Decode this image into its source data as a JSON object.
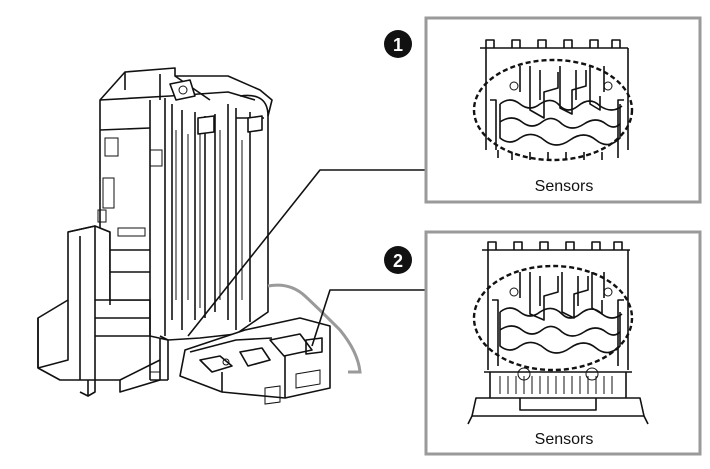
{
  "callouts": [
    {
      "number": "1",
      "label": "Sensors"
    },
    {
      "number": "2",
      "label": "Sensors"
    }
  ]
}
